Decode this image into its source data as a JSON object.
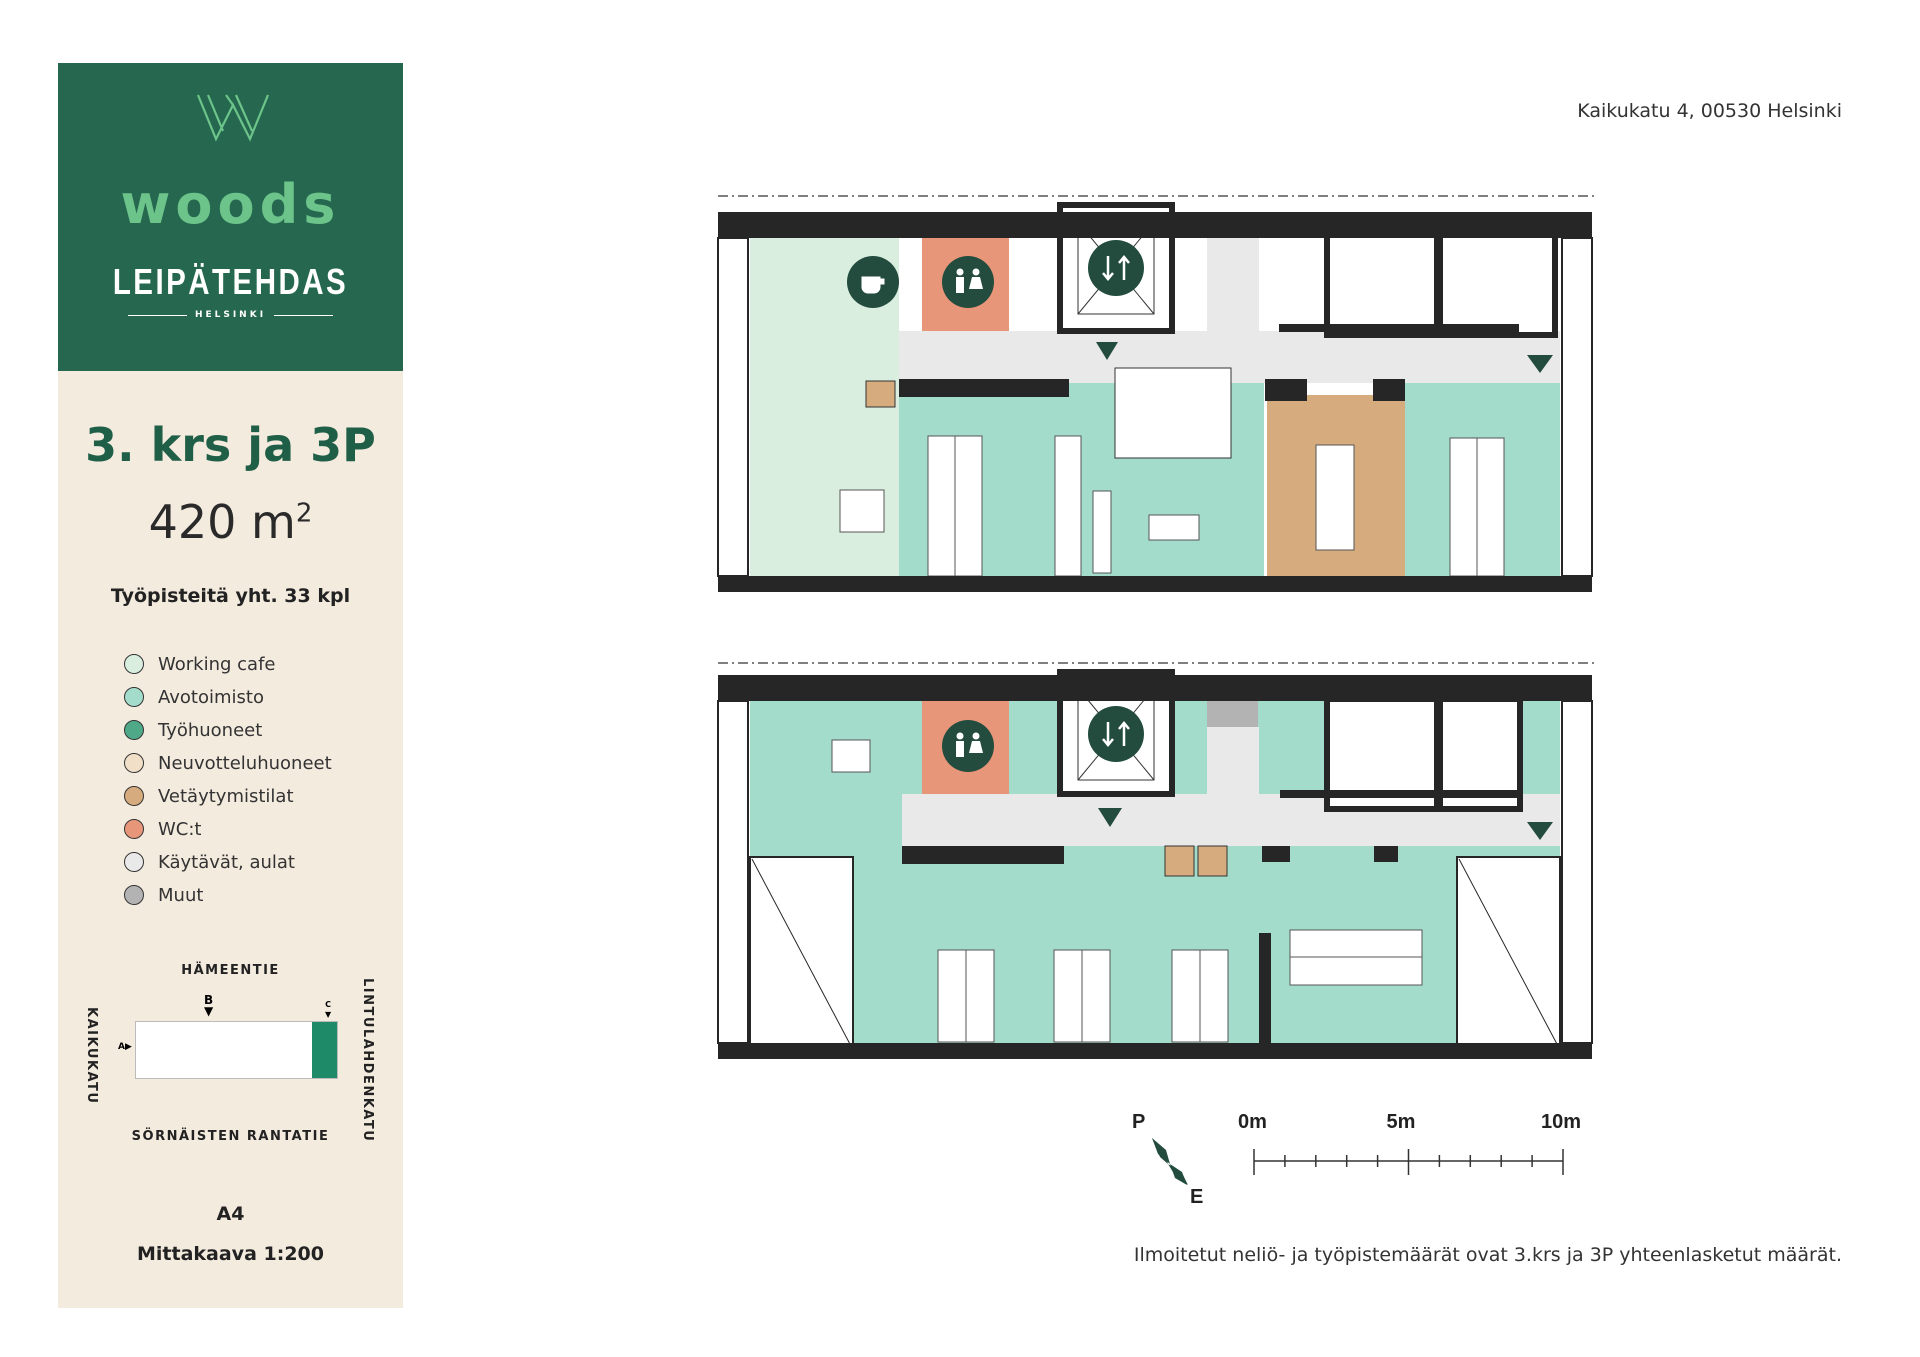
{
  "brand": {
    "logo_mark": "W",
    "name": "woods",
    "building": "LEIPÄTEHDAS",
    "city": "HELSINKI"
  },
  "floor": {
    "title": "3. krs ja 3P",
    "area_value": "420 m",
    "area_unit_sup": "2",
    "workstations": "Työpisteitä yht. 33 kpl"
  },
  "legend": [
    {
      "label": "Working cafe",
      "color": "#d9eedf"
    },
    {
      "label": "Avotoimisto",
      "color": "#a3dccb"
    },
    {
      "label": "Työhuoneet",
      "color": "#4fa888"
    },
    {
      "label": "Neuvotteluhuoneet",
      "color": "#f1dfc8"
    },
    {
      "label": "Vetäytymistilat",
      "color": "#d6ab7e"
    },
    {
      "label": "WC:t",
      "color": "#e8967a"
    },
    {
      "label": "Käytävät, aulat",
      "color": "#e9e9e9"
    },
    {
      "label": "Muut",
      "color": "#b3b3b3"
    }
  ],
  "site_map": {
    "north_street": "HÄMEENTIE",
    "south_street": "SÖRNÄISTEN RANTATIE",
    "west_street": "KAIKUKATU",
    "east_street": "LINTULAHDENKATU",
    "entrance_a": "A",
    "entrance_b": "B",
    "entrance_c": "C"
  },
  "paper": {
    "size": "A4",
    "scale": "Mittakaava 1:200"
  },
  "address": "Kaikukatu 4, 00530 Helsinki",
  "compass": {
    "north": "P",
    "south": "E"
  },
  "scale_bar": {
    "labels": [
      "0m",
      "5m",
      "10m"
    ],
    "max_m": 10
  },
  "footnote": "Ilmoitetut neliö- ja työpistemäärät ovat 3.krs ja 3P yhteenlasketut määrät.",
  "colors": {
    "brand_dark": "#25684f",
    "brand_light": "#6cc48a",
    "cream": "#f4ebdf",
    "icon": "#234c3e",
    "wall": "#262626"
  }
}
